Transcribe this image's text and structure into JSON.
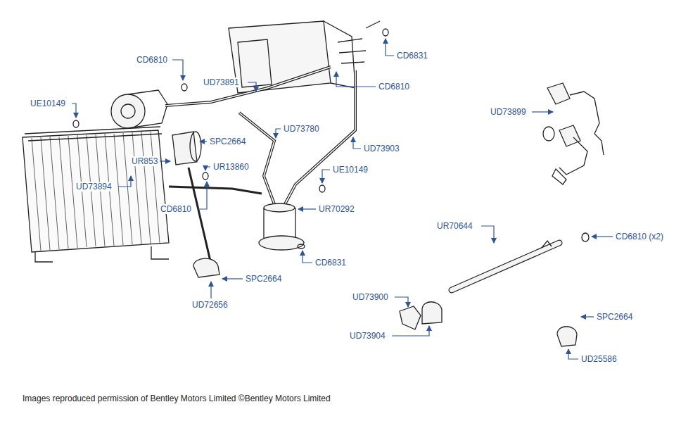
{
  "diagram": {
    "caption": "Images reproduced permission of Bentley Motors Limited ©Bentley Motors Limited",
    "labels": [
      "CD6810",
      "CD6831",
      "UD73891",
      "CD6810",
      "UE10149",
      "UD73899",
      "UD73780",
      "SPC2664",
      "UD73903",
      "UR853",
      "UR13860",
      "UE10149",
      "UD73894",
      "CD6810",
      "UR70292",
      "UR70644",
      "CD6810 (x2)",
      "CD6831",
      "SPC2664",
      "UD73900",
      "UD72656",
      "SPC2664",
      "UD73904",
      "UD25586"
    ]
  }
}
